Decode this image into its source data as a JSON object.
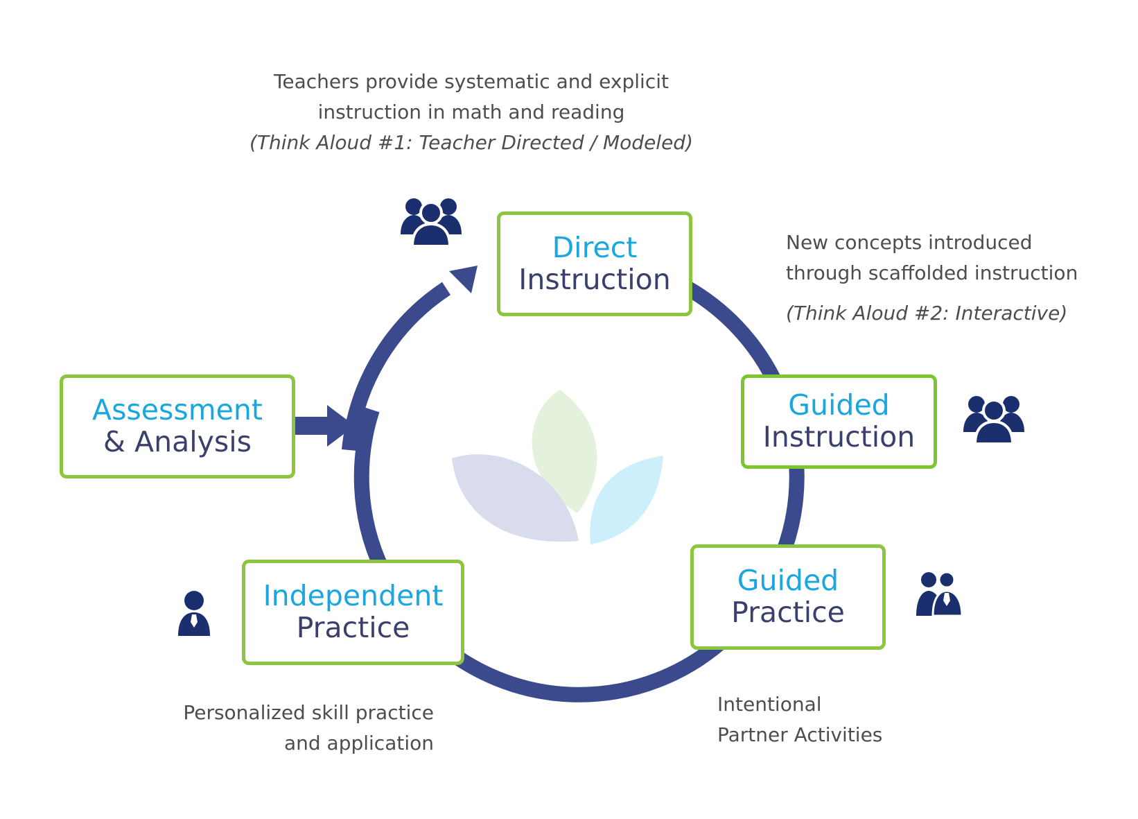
{
  "stages": {
    "direct_instruction": {
      "line1": "Direct",
      "line2": "Instruction"
    },
    "guided_instruction": {
      "line1": "Guided",
      "line2": "Instruction"
    },
    "guided_practice": {
      "line1": "Guided",
      "line2": "Practice"
    },
    "independent_practice": {
      "line1": "Independent",
      "line2": "Practice"
    },
    "assessment_analysis": {
      "line1": "Assessment",
      "line2": "& Analysis"
    }
  },
  "descriptions": {
    "direct_instruction": {
      "line1": "Teachers provide systematic and explicit",
      "line2": "instruction in math and reading",
      "note": "(Think Aloud #1: Teacher Directed / Modeled)"
    },
    "guided_instruction": {
      "line1": "New concepts introduced",
      "line2": "through scaffolded instruction",
      "note": "(Think Aloud #2: Interactive)"
    },
    "guided_practice": {
      "line1": "Intentional",
      "line2": "Partner Activities"
    },
    "independent_practice": {
      "line1": "Personalized skill practice",
      "line2": "and application"
    }
  },
  "icons": {
    "direct_instruction": "group-icon",
    "guided_instruction": "group-icon",
    "guided_practice": "pair-icon",
    "independent_practice": "person-icon"
  },
  "colors": {
    "cycle": "#3a4a8c",
    "box_border": "#8cc63f",
    "title_accent": "#1aa7e0",
    "title_dark": "#3b3f6b",
    "icon": "#1b2f6e",
    "leaf_green": "#e4f1dc",
    "leaf_purple": "#d9dcec",
    "leaf_blue": "#cdeefb"
  }
}
